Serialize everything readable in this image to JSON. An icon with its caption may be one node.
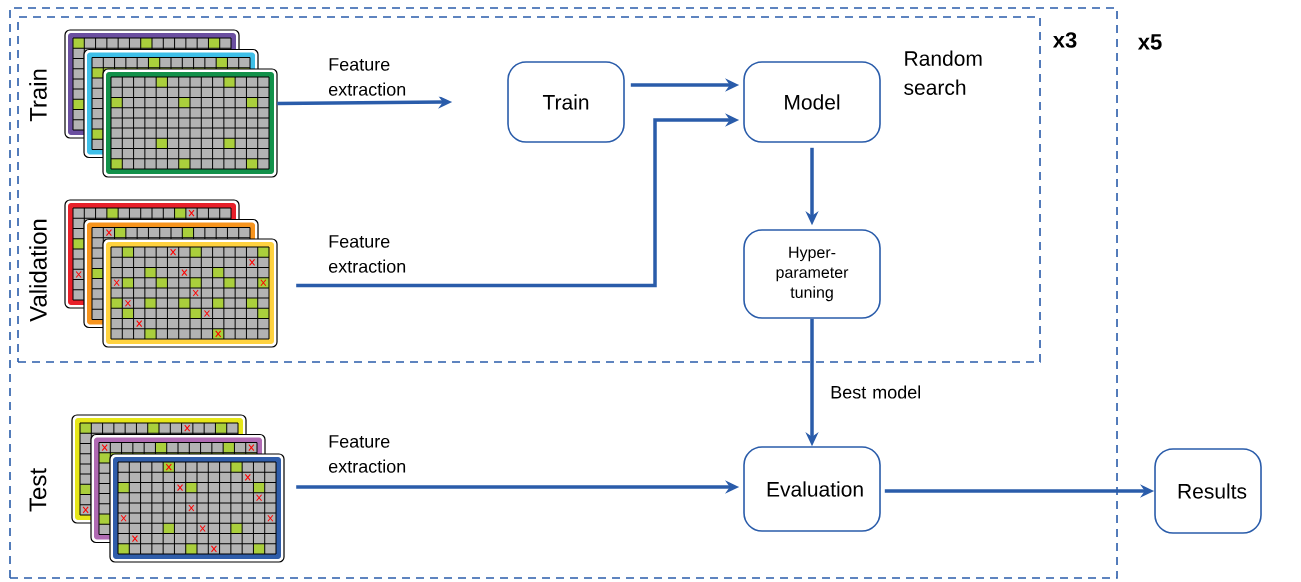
{
  "diagram": {
    "nodes": [
      {
        "text": [
          "x5"
        ]
      },
      {
        "text": [
          "x3"
        ],
        "in": 0
      },
      {
        "text": [],
        "shape": "picture",
        "beside": [
          "Train"
        ],
        "in": 1
      },
      {
        "text": [],
        "shape": "picture",
        "beside": [
          "Validation"
        ],
        "in": 1
      },
      {
        "text": [],
        "shape": "picture",
        "beside": [
          "Test"
        ],
        "in": 0
      },
      {
        "text": [
          "Train"
        ],
        "in": 1
      },
      {
        "text": [
          "Model"
        ],
        "in": 1
      },
      {
        "text": [
          "Hyper-parameter tuning"
        ],
        "in": 1
      },
      {
        "text": [
          "Evaluation"
        ],
        "in": 0
      },
      {
        "text": [
          "Results"
        ]
      }
    ],
    "edges": [
      {
        "from": 2,
        "to": 5,
        "arrow": "to",
        "label": "Feature extraction"
      },
      {
        "from": 5,
        "to": 6,
        "arrow": "to"
      },
      {
        "from": 3,
        "to": 6,
        "arrow": "to",
        "label": "Feature extraction"
      },
      {
        "from": 6,
        "to": 7,
        "arrow": "to"
      },
      {
        "from": 7,
        "to": 8,
        "arrow": "to",
        "label": "Best model"
      },
      {
        "from": 4,
        "to": 8,
        "arrow": "to",
        "label": "Feature extraction"
      },
      {
        "from": 8,
        "to": 9,
        "arrow": "to"
      }
    ],
    "labels": [
      "Random search"
    ]
  }
}
